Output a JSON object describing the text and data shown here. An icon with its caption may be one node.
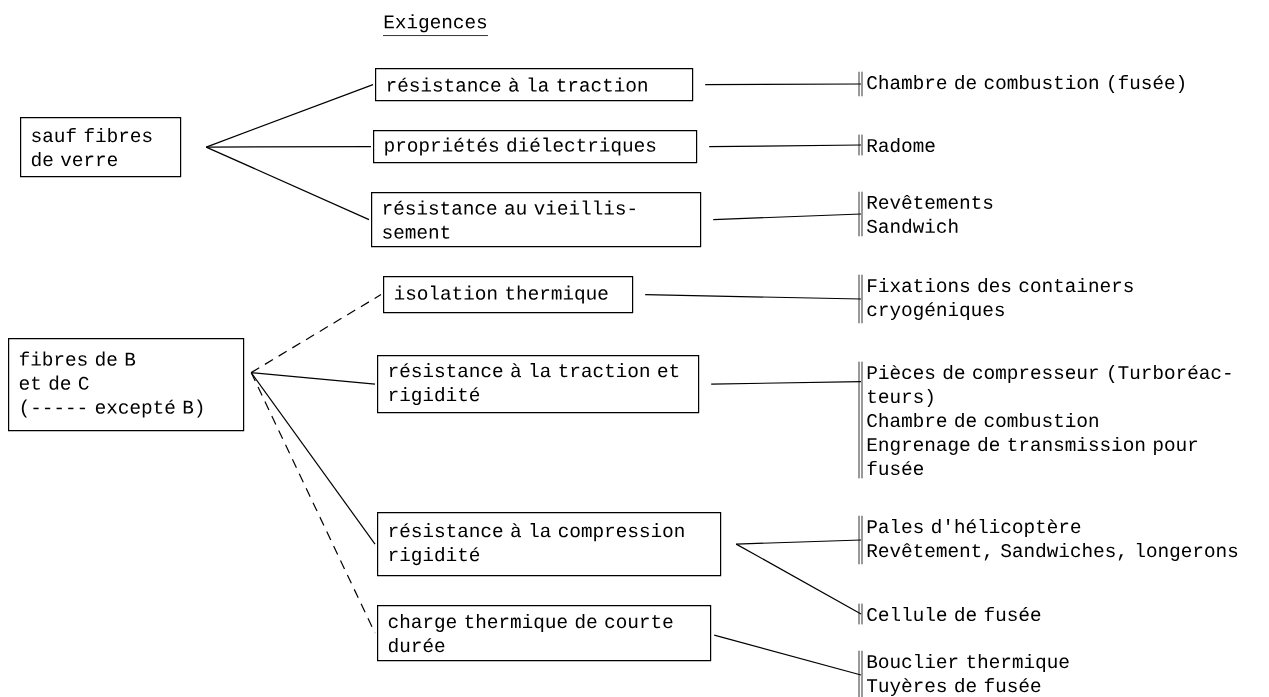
{
  "diagram": {
    "title": "Exigences",
    "nodes": [
      {
        "text": [
          "sauf fibres de verre"
        ]
      },
      {
        "text": [
          "résistance à la traction"
        ]
      },
      {
        "text": [
          "propriétés diélectriques"
        ]
      },
      {
        "text": [
          "résistance au vieillis- sement"
        ]
      },
      {
        "text": [
          "fibres de B et de C",
          "(----- excepté B)"
        ]
      },
      {
        "text": [
          "isolation thermique"
        ]
      },
      {
        "text": [
          "résistance à la traction et rigidité"
        ]
      },
      {
        "text": [
          "résistance à la compression rigidité"
        ]
      },
      {
        "text": [
          "charge thermique de courte durée"
        ]
      },
      {
        "text": [
          "Chambre de combustion (fusée)"
        ]
      },
      {
        "text": [
          "Radome"
        ]
      },
      {
        "text": [
          "Revêtements",
          "Sandwich"
        ]
      },
      {
        "text": [
          "Fixations des containers cryogéniques"
        ]
      },
      {
        "text": [
          "Pièces de compresseur (Turboréac- teurs)",
          "Chambre de combustion",
          "Engrenage de transmission pour fusée"
        ]
      },
      {
        "text": [
          "Pales d'hélicoptère",
          "Revêtement, Sandwiches, longerons"
        ]
      },
      {
        "text": [
          "Cellule de fusée"
        ]
      },
      {
        "text": [
          "Bouclier thermique",
          "Tuyères de fusée"
        ]
      }
    ],
    "edges": [
      {
        "from": 0,
        "to": 1,
        "arrow": "none"
      },
      {
        "from": 0,
        "to": 2,
        "arrow": "none"
      },
      {
        "from": 0,
        "to": 3,
        "arrow": "none"
      },
      {
        "from": 4,
        "to": 5,
        "arrow": "none",
        "style": "dashed"
      },
      {
        "from": 4,
        "to": 6,
        "arrow": "none"
      },
      {
        "from": 4,
        "to": 7,
        "arrow": "none"
      },
      {
        "from": 4,
        "to": 8,
        "arrow": "none",
        "style": "dashed"
      },
      {
        "from": 1,
        "to": 9,
        "arrow": "none"
      },
      {
        "from": 2,
        "to": 10,
        "arrow": "none"
      },
      {
        "from": 3,
        "to": 11,
        "arrow": "none"
      },
      {
        "from": 5,
        "to": 12,
        "arrow": "none"
      },
      {
        "from": 6,
        "to": 13,
        "arrow": "none"
      },
      {
        "from": 7,
        "to": 14,
        "arrow": "none"
      },
      {
        "from": 7,
        "to": 15,
        "arrow": "none"
      },
      {
        "from": 8,
        "to": 16,
        "arrow": "none"
      }
    ]
  }
}
